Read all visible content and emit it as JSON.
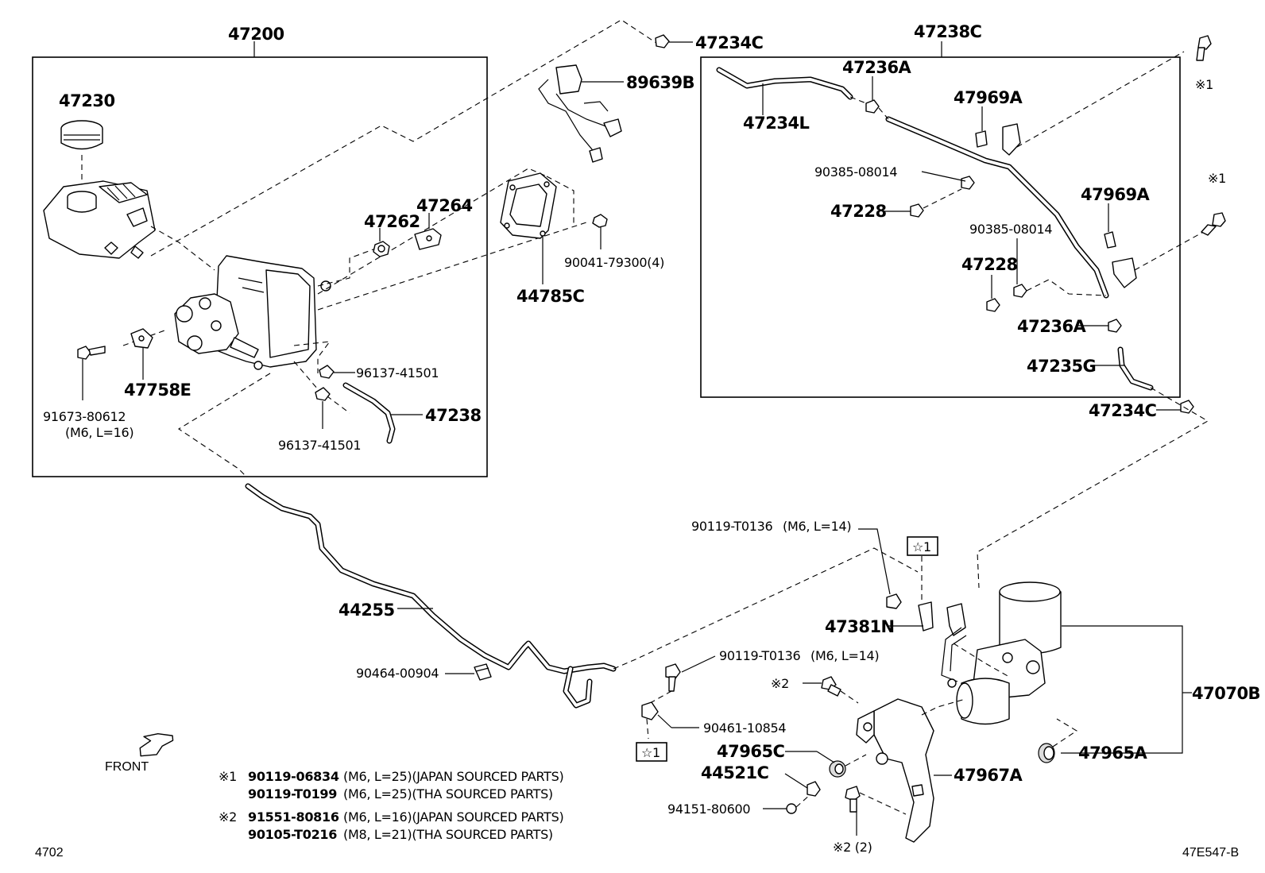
{
  "labels": {
    "p47200": "47200",
    "p47230": "47230",
    "p47262": "47262",
    "p47264": "47264",
    "p47758E": "47758E",
    "p91673": "91673-80612",
    "p91673_spec": "(M6, L=16)",
    "p96137a": "96137-41501",
    "p96137b": "96137-41501",
    "p47238": "47238",
    "p89639B": "89639B",
    "p47234C_top": "47234C",
    "p90041": "90041-79300(4)",
    "p44785C": "44785C",
    "p47238C": "47238C",
    "p47236A_top": "47236A",
    "p47234L": "47234L",
    "p47969A_top": "47969A",
    "p90385_top": "90385-08014",
    "p47228_top": "47228",
    "p47969A_mid": "47969A",
    "p90385_mid": "90385-08014",
    "p47228_mid": "47228",
    "p47236A_bot": "47236A",
    "p47235G": "47235G",
    "p47234C_bot": "47234C",
    "note1_a": "※1",
    "note1_b": "※1",
    "p44255": "44255",
    "p90464": "90464-00904",
    "p90119_upper": "90119-T0136",
    "p90119_upper_spec": "(M6, L=14)",
    "p90119_lower": "90119-T0136",
    "p90119_lower_spec": "(M6, L=14)",
    "star1_top": "☆1",
    "star1_bot": "☆1",
    "p47381N": "47381N",
    "p90461": "90461-10854",
    "note2_a": "※2",
    "p47965C": "47965C",
    "p44521C": "44521C",
    "p94151": "94151-80600",
    "p47967A": "47967A",
    "p47070B": "47070B",
    "p47965A": "47965A",
    "note2_b": "※2 (2)",
    "front": "FRONT"
  },
  "footnotes": [
    {
      "mark": "※1",
      "part": "90119-06834",
      "spec": "(M6, L=25)(JAPAN SOURCED PARTS)"
    },
    {
      "mark": "",
      "part": "90119-T0199",
      "spec": "(M6, L=25)(THA SOURCED PARTS)"
    },
    {
      "mark": "※2",
      "part": "91551-80816",
      "spec": "(M6, L=16)(JAPAN SOURCED PARTS)"
    },
    {
      "mark": "",
      "part": "90105-T0216",
      "spec": "(M8, L=21)(THA SOURCED PARTS)"
    }
  ],
  "footer": {
    "left_code": "4702",
    "right_code": "47E547-B"
  }
}
